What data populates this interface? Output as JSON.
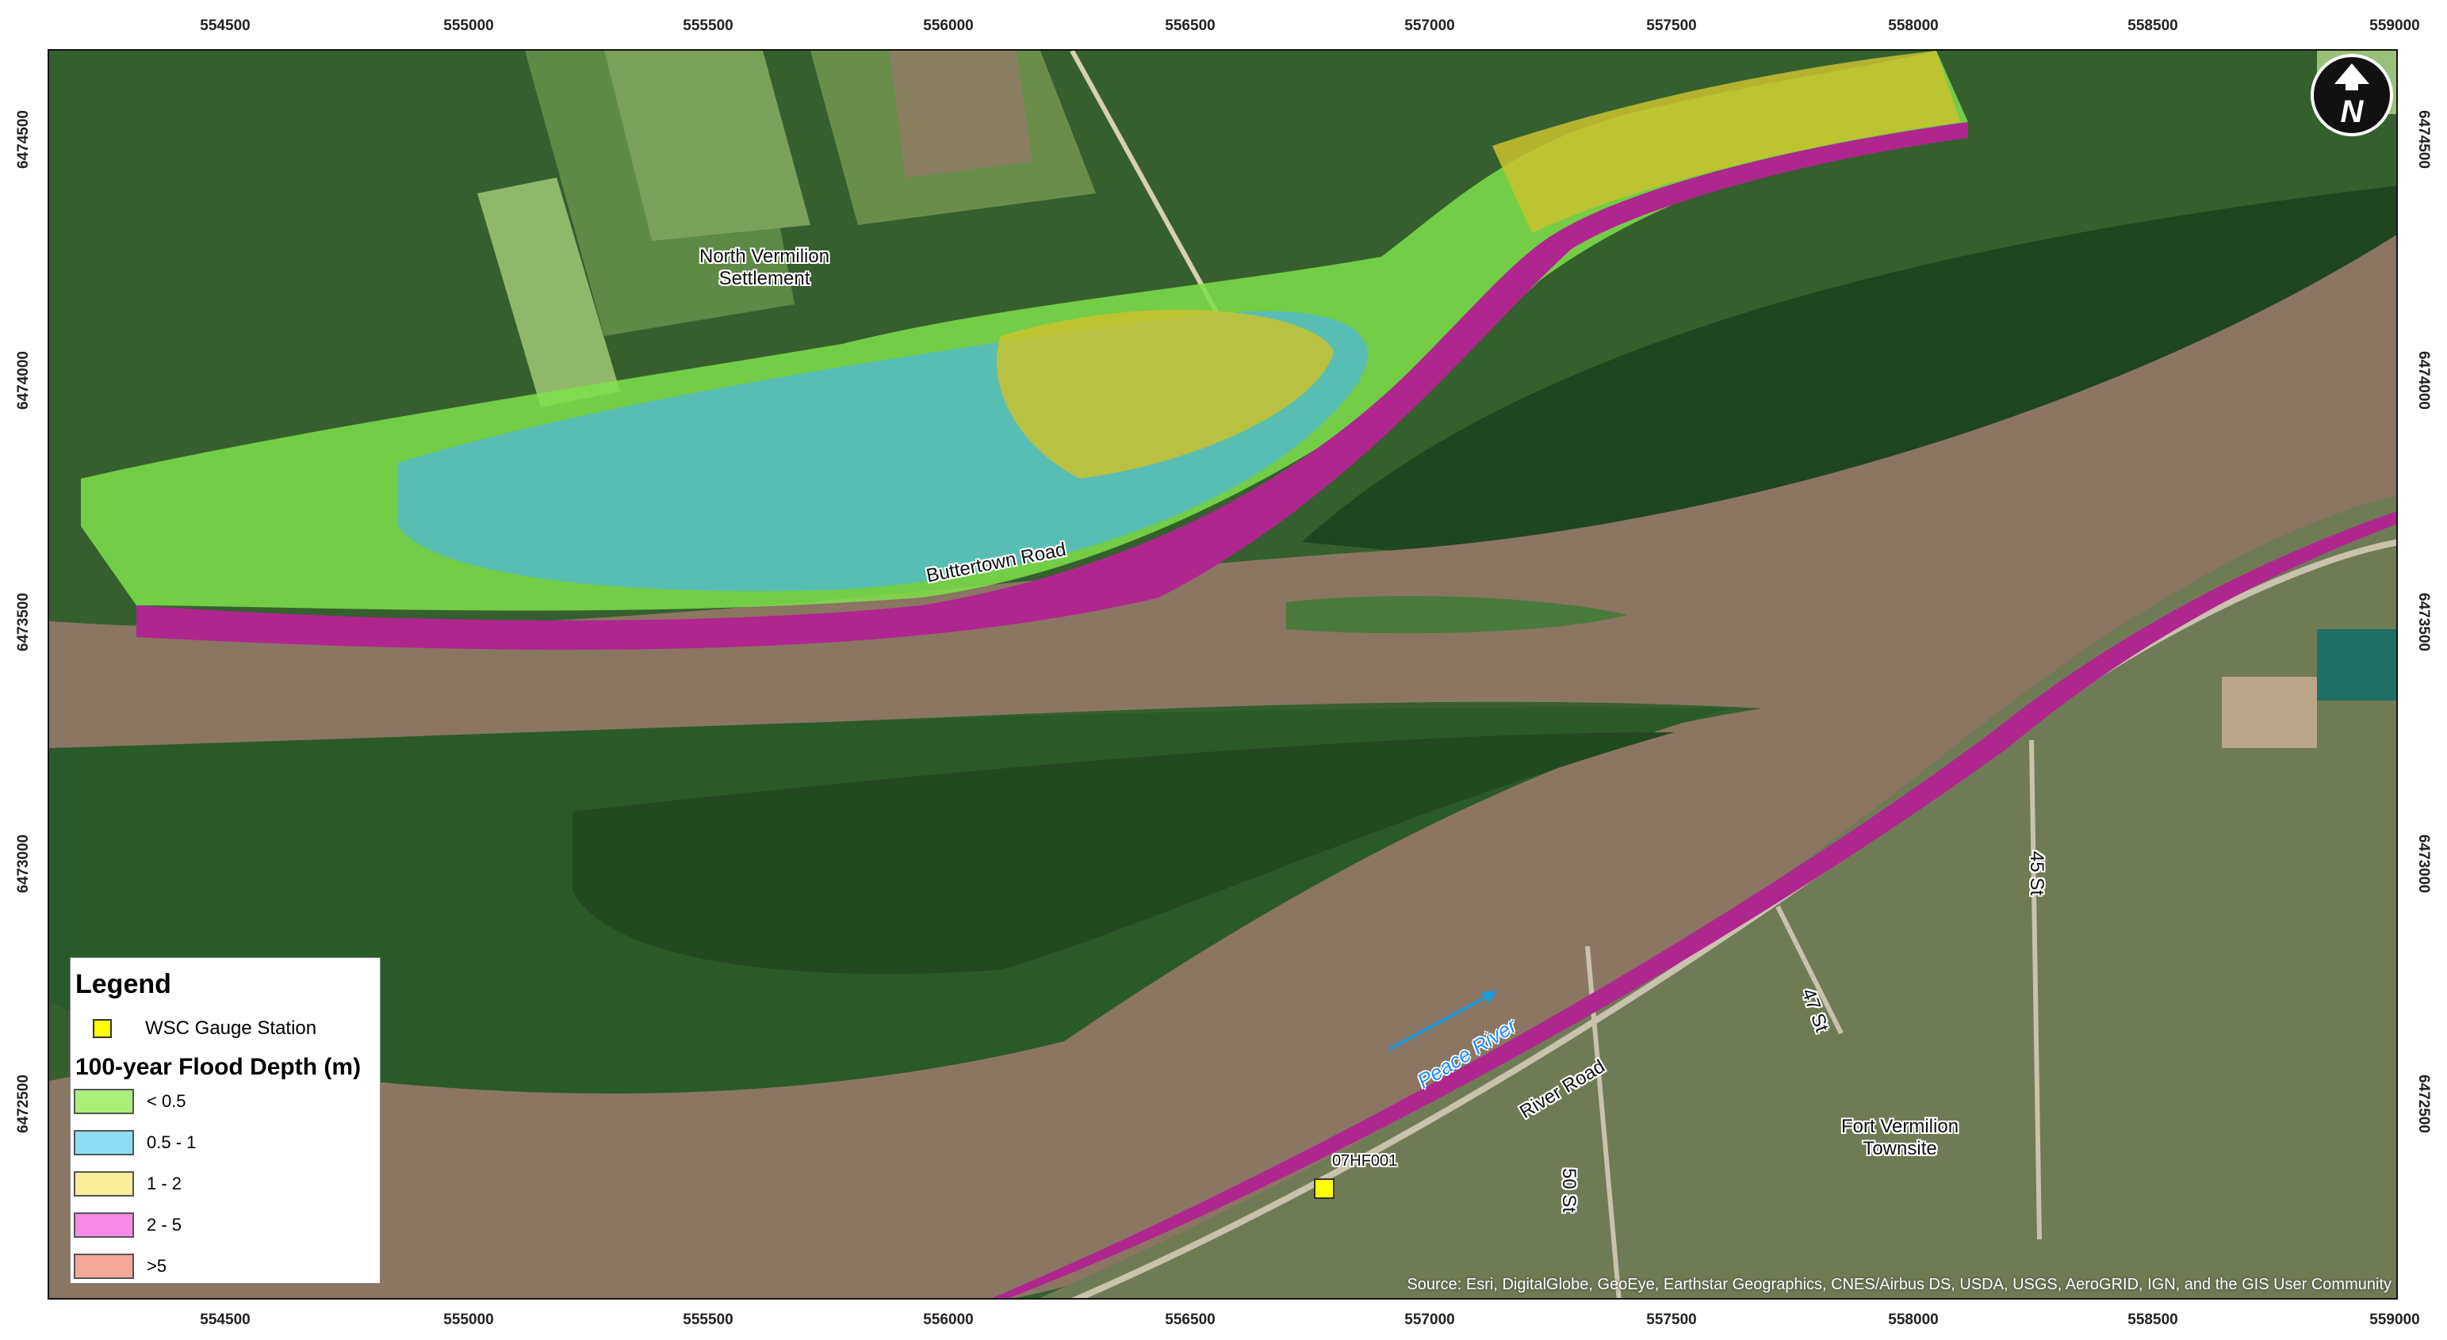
{
  "axes": {
    "top_ticks": [
      "554500",
      "555000",
      "555500",
      "556000",
      "556500",
      "557000",
      "557500",
      "558000",
      "558500",
      "559000"
    ],
    "bottom_ticks": [
      "554500",
      "555000",
      "555500",
      "556000",
      "556500",
      "557000",
      "557500",
      "558000",
      "558500",
      "559000"
    ],
    "left_ticks": [
      "6474500",
      "6474000",
      "6473500",
      "6473000",
      "6472500"
    ],
    "right_ticks": [
      "6474500",
      "6474000",
      "6473500",
      "6473000",
      "6472500"
    ]
  },
  "labels": {
    "settlement": "North Vermilion\nSettlement",
    "buttertown_road": "Buttertown Road",
    "river": "Peace River",
    "river_road": "River Road",
    "st_50": "50 St",
    "st_47": "47 St",
    "st_45": "45 St",
    "townsite": "Fort Vermilion\nTownsite",
    "gauge_id": "07HF001"
  },
  "legend": {
    "title": "Legend",
    "gauge_label": "WSC Gauge Station",
    "subtitle": "100-year Flood Depth (m)",
    "classes": [
      {
        "label": "< 0.5",
        "color": "#a8f07a"
      },
      {
        "label": "0.5 - 1",
        "color": "#8fdcf5"
      },
      {
        "label": "1 - 2",
        "color": "#f7ee9a"
      },
      {
        "label": "2 - 5",
        "color": "#f58be6"
      },
      {
        "label": ">5",
        "color": "#f5a898"
      }
    ]
  },
  "attribution": "Source: Esri, DigitalGlobe, GeoEye, Earthstar Geographics, CNES/Airbus DS, USDA, USGS, AeroGRID, IGN, and the GIS User Community",
  "colors": {
    "forest": "#2f5a2a",
    "field": "#4d7a3a",
    "river": "#8b7563",
    "flood_shallow": "#7ee04a",
    "flood_mid": "#4fb8d8",
    "flood_deep": "#c9c22e",
    "flood_edge": "#b0268f",
    "gauge": "#ffff00"
  }
}
